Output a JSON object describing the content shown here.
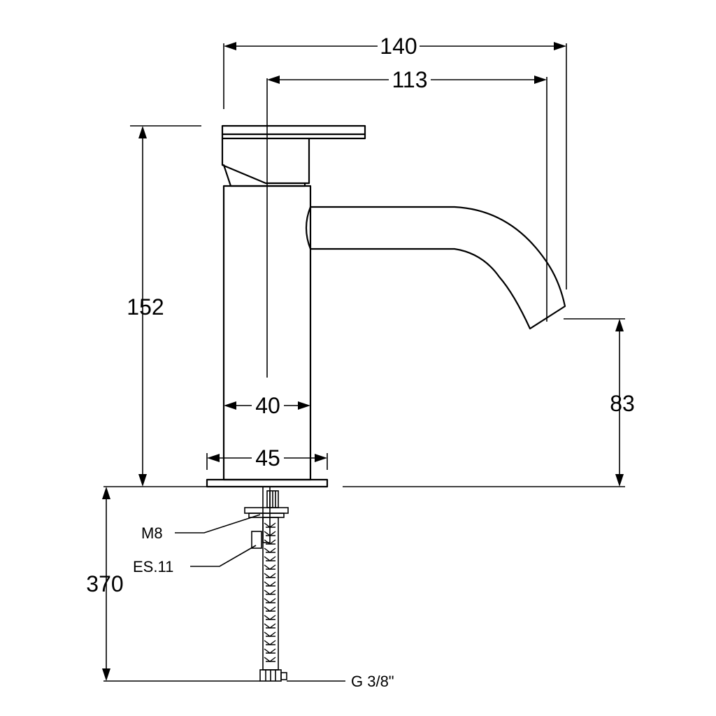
{
  "drawing": {
    "line_color": "#000000",
    "background": "#ffffff",
    "dimensions": {
      "total_reach": "140",
      "spout_reach": "113",
      "total_height": "152",
      "spout_height": "83",
      "body_diameter": "40",
      "base_diameter": "45",
      "hose_length": "370"
    },
    "callouts": {
      "stud": "M8",
      "hose": "ES.11",
      "connection": "G 3/8\""
    }
  }
}
